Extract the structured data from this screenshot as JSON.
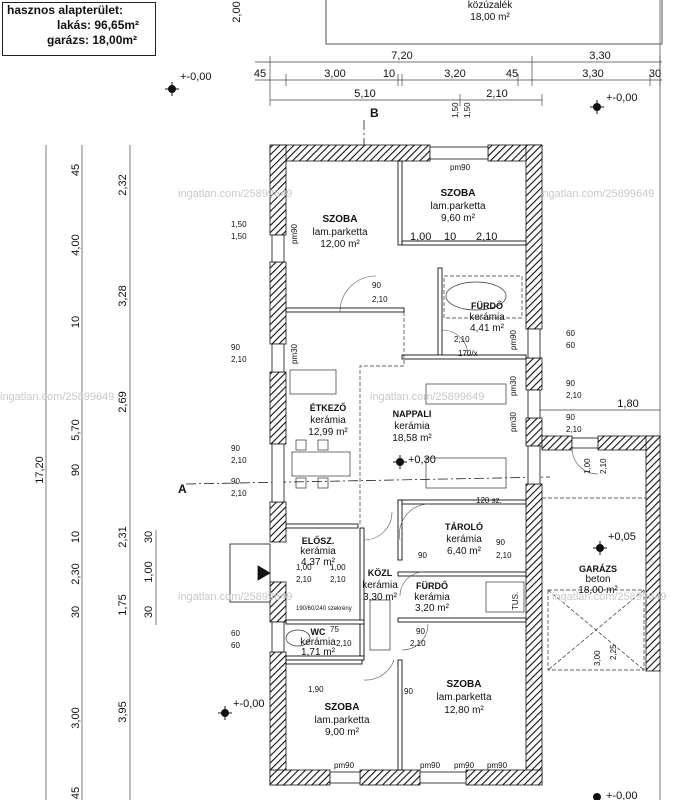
{
  "summary": {
    "heading": "hasznos alapterület:",
    "lakas": "lakás: 96,65m²",
    "garazs": "garázs: 18,00m²"
  },
  "neighbor": {
    "name": "közúzalék",
    "area": "18,00 m²"
  },
  "watermark": "ingatlan.com/25899649",
  "section_marks": {
    "a": "A",
    "b": "B"
  },
  "elevations": {
    "ext_top_left": "+-0,00",
    "ext_top_right": "+-0,00",
    "ext_bottom_left": "+-0,00",
    "floor": "+0,30",
    "garage": "+0,05",
    "ext_bottom_right": "+-0,00"
  },
  "dims_top": {
    "row1": [
      "7,20",
      "3,30"
    ],
    "row2": [
      "45",
      "3,00",
      "10",
      "3,20",
      "45",
      "3,30",
      "30"
    ],
    "row3": [
      "5,10",
      "2,10"
    ],
    "side": "1,80",
    "cut": "2,00"
  },
  "dims_left": {
    "outer": "17,20",
    "col2": [
      "45",
      "4,00",
      "10",
      "5,70",
      "90",
      "10",
      "2,30",
      "30",
      "3,00",
      "45"
    ],
    "col3": [
      "2,32",
      "3,28",
      "2,69",
      "2,31",
      "1,75",
      "3,95"
    ],
    "col4": [
      "30",
      "1,00"
    ]
  },
  "rooms": [
    {
      "name": "SZOBA",
      "floor": "lam.parketta",
      "area": "12,00 m²"
    },
    {
      "name": "SZOBA",
      "floor": "lam.parketta",
      "area": "9,60 m²"
    },
    {
      "name": "FÜRDŐ",
      "floor": "kerámia",
      "area": "4,41 m²"
    },
    {
      "name": "ÉTKEZŐ",
      "floor": "kerámia",
      "area": "12,99 m²"
    },
    {
      "name": "NAPPALI",
      "floor": "kerámia",
      "area": "18,58 m²"
    },
    {
      "name": "TÁROLÓ",
      "floor": "kerámia",
      "area": "6,40 m²"
    },
    {
      "name": "ELŐSZ.",
      "floor": "kerámia",
      "area": "4,37 m²"
    },
    {
      "name": "KÖZL",
      "floor": "kerámia",
      "area": "3,30 m²"
    },
    {
      "name": "FÜRDŐ",
      "floor": "kerámia",
      "area": "3,20 m²"
    },
    {
      "name": "WC",
      "floor": "kerámia",
      "area": "1,71 m²"
    },
    {
      "name": "SZOBA",
      "floor": "lam.parketta",
      "area": "9,00 m²"
    },
    {
      "name": "SZOBA",
      "floor": "lam.parketta",
      "area": "12,80 m²"
    },
    {
      "name": "GARÁZS",
      "floor": "beton",
      "area": "18,00 m²"
    }
  ],
  "small_labels": {
    "pm90": "pm90",
    "pm30": "pm30",
    "d90": "90",
    "d210": "2,10",
    "d150": "1,50",
    "d100": "1,00",
    "d10": "10",
    "d60": "60",
    "d75": "75",
    "d190": "1,90",
    "d200": "2,00",
    "d225": "2,25",
    "d180": "1,80",
    "szek": "120 sz.",
    "w170": "170/x",
    "stair": "190/60/240 szekrény",
    "tus": "TUS."
  }
}
